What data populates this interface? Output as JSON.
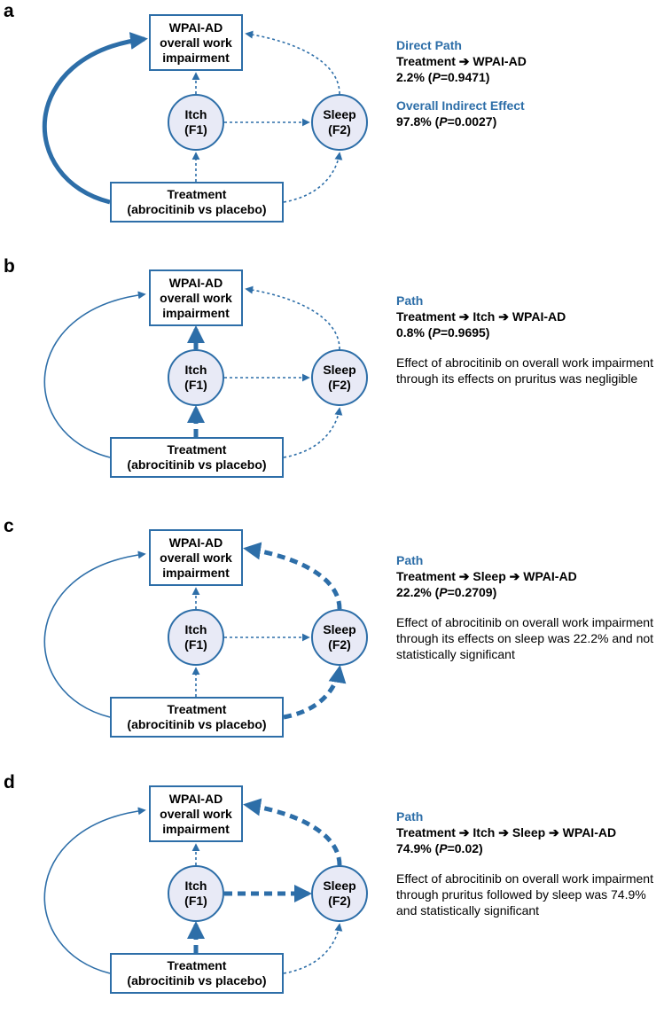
{
  "nodes": {
    "wpai": [
      "WPAI-AD",
      "overall work",
      "impairment"
    ],
    "treatment": [
      "Treatment",
      "(abrocitinib  vs placebo)"
    ],
    "itch": [
      "Itch",
      "(F1)"
    ],
    "sleep": [
      "Sleep",
      "(F2)"
    ]
  },
  "colors": {
    "accent": "#2d6ea8",
    "circle_fill": "#e8eaf6"
  },
  "edges": [
    "treatment-wpai",
    "treatment-itch",
    "itch-wpai",
    "itch-sleep",
    "sleep-wpai",
    "treatment-sleep"
  ],
  "panels": [
    {
      "letter": "a",
      "heading": "Direct Path",
      "path": "Treatment ➔ WPAI-AD",
      "pct": "2.2% (",
      "p_label": "P",
      "p_value": "=0.9471)",
      "heading2": "Overall Indirect Effect",
      "pct2": "97.8% (",
      "p_value2": "=0.0027)",
      "emphasis": {
        "treatment-wpai": "strong"
      }
    },
    {
      "letter": "b",
      "heading": "Path",
      "path": "Treatment ➔ Itch ➔ WPAI-AD",
      "pct": "0.8% (",
      "p_label": "P",
      "p_value": "=0.9695)",
      "note": "Effect of abrocitinib on overall work impairment through its effects on pruritus was negligible",
      "emphasis": {
        "treatment-itch": "strong",
        "itch-wpai": "strong"
      }
    },
    {
      "letter": "c",
      "heading": "Path",
      "path": "Treatment ➔ Sleep ➔ WPAI-AD",
      "pct": "22.2% (",
      "p_label": "P",
      "p_value": "=0.2709)",
      "note": "Effect of abrocitinib on overall work impairment through its effects on sleep was 22.2% and not statistically significant",
      "emphasis": {
        "treatment-sleep": "strong",
        "sleep-wpai": "strong"
      }
    },
    {
      "letter": "d",
      "heading": "Path",
      "path": "Treatment ➔ Itch ➔ Sleep ➔ WPAI-AD",
      "pct": "74.9% (",
      "p_label": "P",
      "p_value": "=0.02)",
      "note": "Effect of abrocitinib on overall work impairment through pruritus followed by sleep was 74.9% and statistically significant",
      "emphasis": {
        "treatment-itch": "strong",
        "itch-sleep": "strong",
        "sleep-wpai": "strong"
      }
    }
  ]
}
